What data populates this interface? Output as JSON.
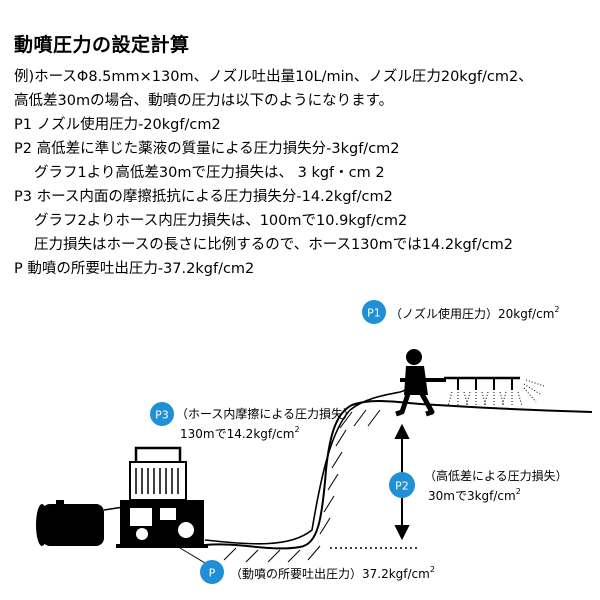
{
  "title": "動噴圧力の設定計算",
  "lines": [
    "例)ホースΦ8.5mm×130m、ノズル吐出量10L/min、ノズル圧力20kgf/cm2、",
    "高低差30mの場合、動噴の圧力は以下のようになります。",
    "P1 ノズル使用圧力-20kgf/cm2",
    "P2 高低差に準じた薬液の質量による圧力損失分-3kgf/cm2",
    "グラフ1より高低差30mで圧力損失は、 3 kgf・cm 2",
    "P3 ホース内面の摩擦抵抗による圧力損失分-14.2kgf/cm2",
    "グラフ2よりホース内圧力損失は、100mで10.9kgf/cm2",
    "圧力損失はホースの長さに比例するので、ホース130mでは14.2kgf/cm2",
    "P 動噴の所要吐出圧力-37.2kgf/cm2"
  ],
  "diagram": {
    "p1": {
      "badge": "P1",
      "label": "（ノズル使用圧力）20kgf/cm",
      "sup": "2"
    },
    "p2": {
      "badge": "P2",
      "label": "（高低差による圧力損失）",
      "value": "30mで3kgf/cm",
      "sup": "2"
    },
    "p3": {
      "badge": "P3",
      "label": "（ホース内摩擦による圧力損失）",
      "value": "130mで14.2kgf/cm",
      "sup": "2"
    },
    "p": {
      "badge": "P",
      "label": "（動噴の所要吐出圧力）37.2kgf/cm",
      "sup": "2"
    },
    "badge_color": "#1f8fd6"
  }
}
